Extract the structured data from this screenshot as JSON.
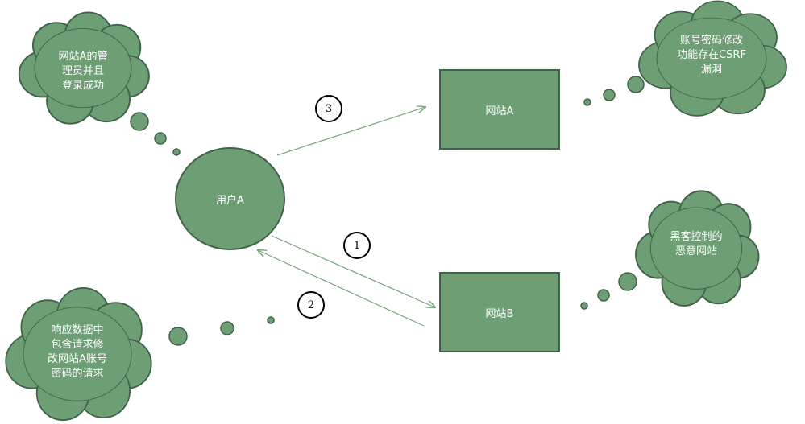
{
  "nodes": {
    "site_a": "网站A",
    "site_b": "网站B",
    "user_a": "用户A"
  },
  "clouds": {
    "admin": [
      "网站A的管",
      "理员并且",
      "登录成功"
    ],
    "csrf": [
      "账号密码修改",
      "功能存在CSRF",
      "漏洞"
    ],
    "hacker": [
      "黑客控制的",
      "恶意网站"
    ],
    "response": [
      "响应数据中",
      "包含请求修",
      "改网站A账号",
      "密码的请求"
    ]
  },
  "steps": [
    "1",
    "2",
    "3"
  ],
  "colors": {
    "fill": "#6e9f74",
    "stroke": "#40624a",
    "arrow": "#7aa77f",
    "text": "#ffffff"
  }
}
